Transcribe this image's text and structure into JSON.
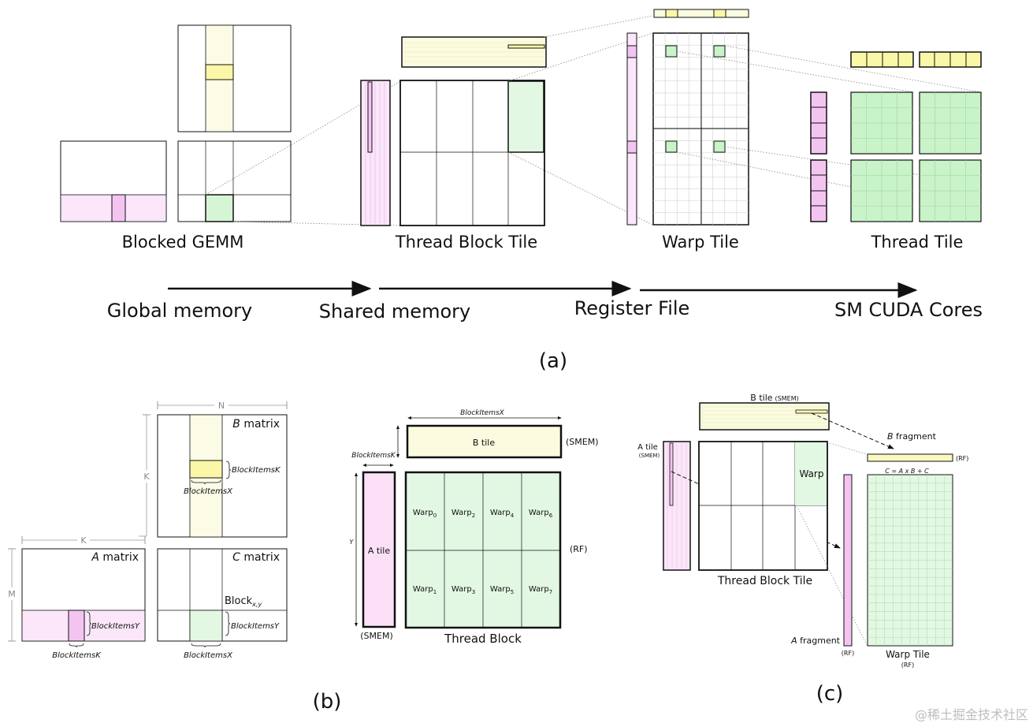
{
  "colors": {
    "yellow_fill": "#fbfbe0",
    "yellow_strong": "#faf7a8",
    "pink_fill": "#fbe6fa",
    "pink_strong": "#f4c4f1",
    "green_fill": "#e3f8e3",
    "green_strong": "#c9f3c9",
    "line": "#111111",
    "dotted": "#888888"
  },
  "panel_a": {
    "tile_labels": [
      "Blocked GEMM",
      "Thread Block Tile",
      "Warp Tile",
      "Thread Tile"
    ],
    "memory_labels": [
      "Global memory",
      "Shared memory",
      "Register File",
      "SM CUDA Cores"
    ],
    "caption": "(a)"
  },
  "panel_b": {
    "dim_n": "N",
    "dim_k_vertical": "K",
    "dim_k_horizontal": "K",
    "dim_m": "M",
    "b_matrix_italic": "B",
    "b_matrix_word": " matrix",
    "a_matrix_italic": "A",
    "a_matrix_word": " matrix",
    "c_matrix_italic": "C",
    "c_matrix_word": " matrix",
    "block_items_k": "BlockItemsK",
    "block_items_x": "BlockItemsX",
    "block_items_y": "BlockItemsY",
    "block_word": "Block",
    "block_sub": "x,y",
    "b_tile": "B tile",
    "a_tile": "A tile",
    "smem": "(SMEM)",
    "rf": "(RF)",
    "y_label": "Y",
    "warp_word": "Warp",
    "warp_subs": [
      "0",
      "2",
      "4",
      "6",
      "1",
      "3",
      "5",
      "7"
    ],
    "thread_block": "Thread Block",
    "caption": "(b)"
  },
  "panel_c": {
    "b_tile": "B tile",
    "b_tile_smem": "(SMEM)",
    "a_tile": "A tile",
    "a_tile_smem": "(SMEM)",
    "b_fragment_italic": "B",
    "b_fragment_word": " fragment",
    "a_fragment_italic": "A",
    "a_fragment_word": " fragment",
    "rf": "(RF)",
    "equation": "C = A x B + C",
    "warp": "Warp",
    "thread_block_tile": "Thread Block Tile",
    "warp_tile": "Warp Tile",
    "caption": "(c)"
  },
  "watermark": "@稀土掘金技术社区"
}
